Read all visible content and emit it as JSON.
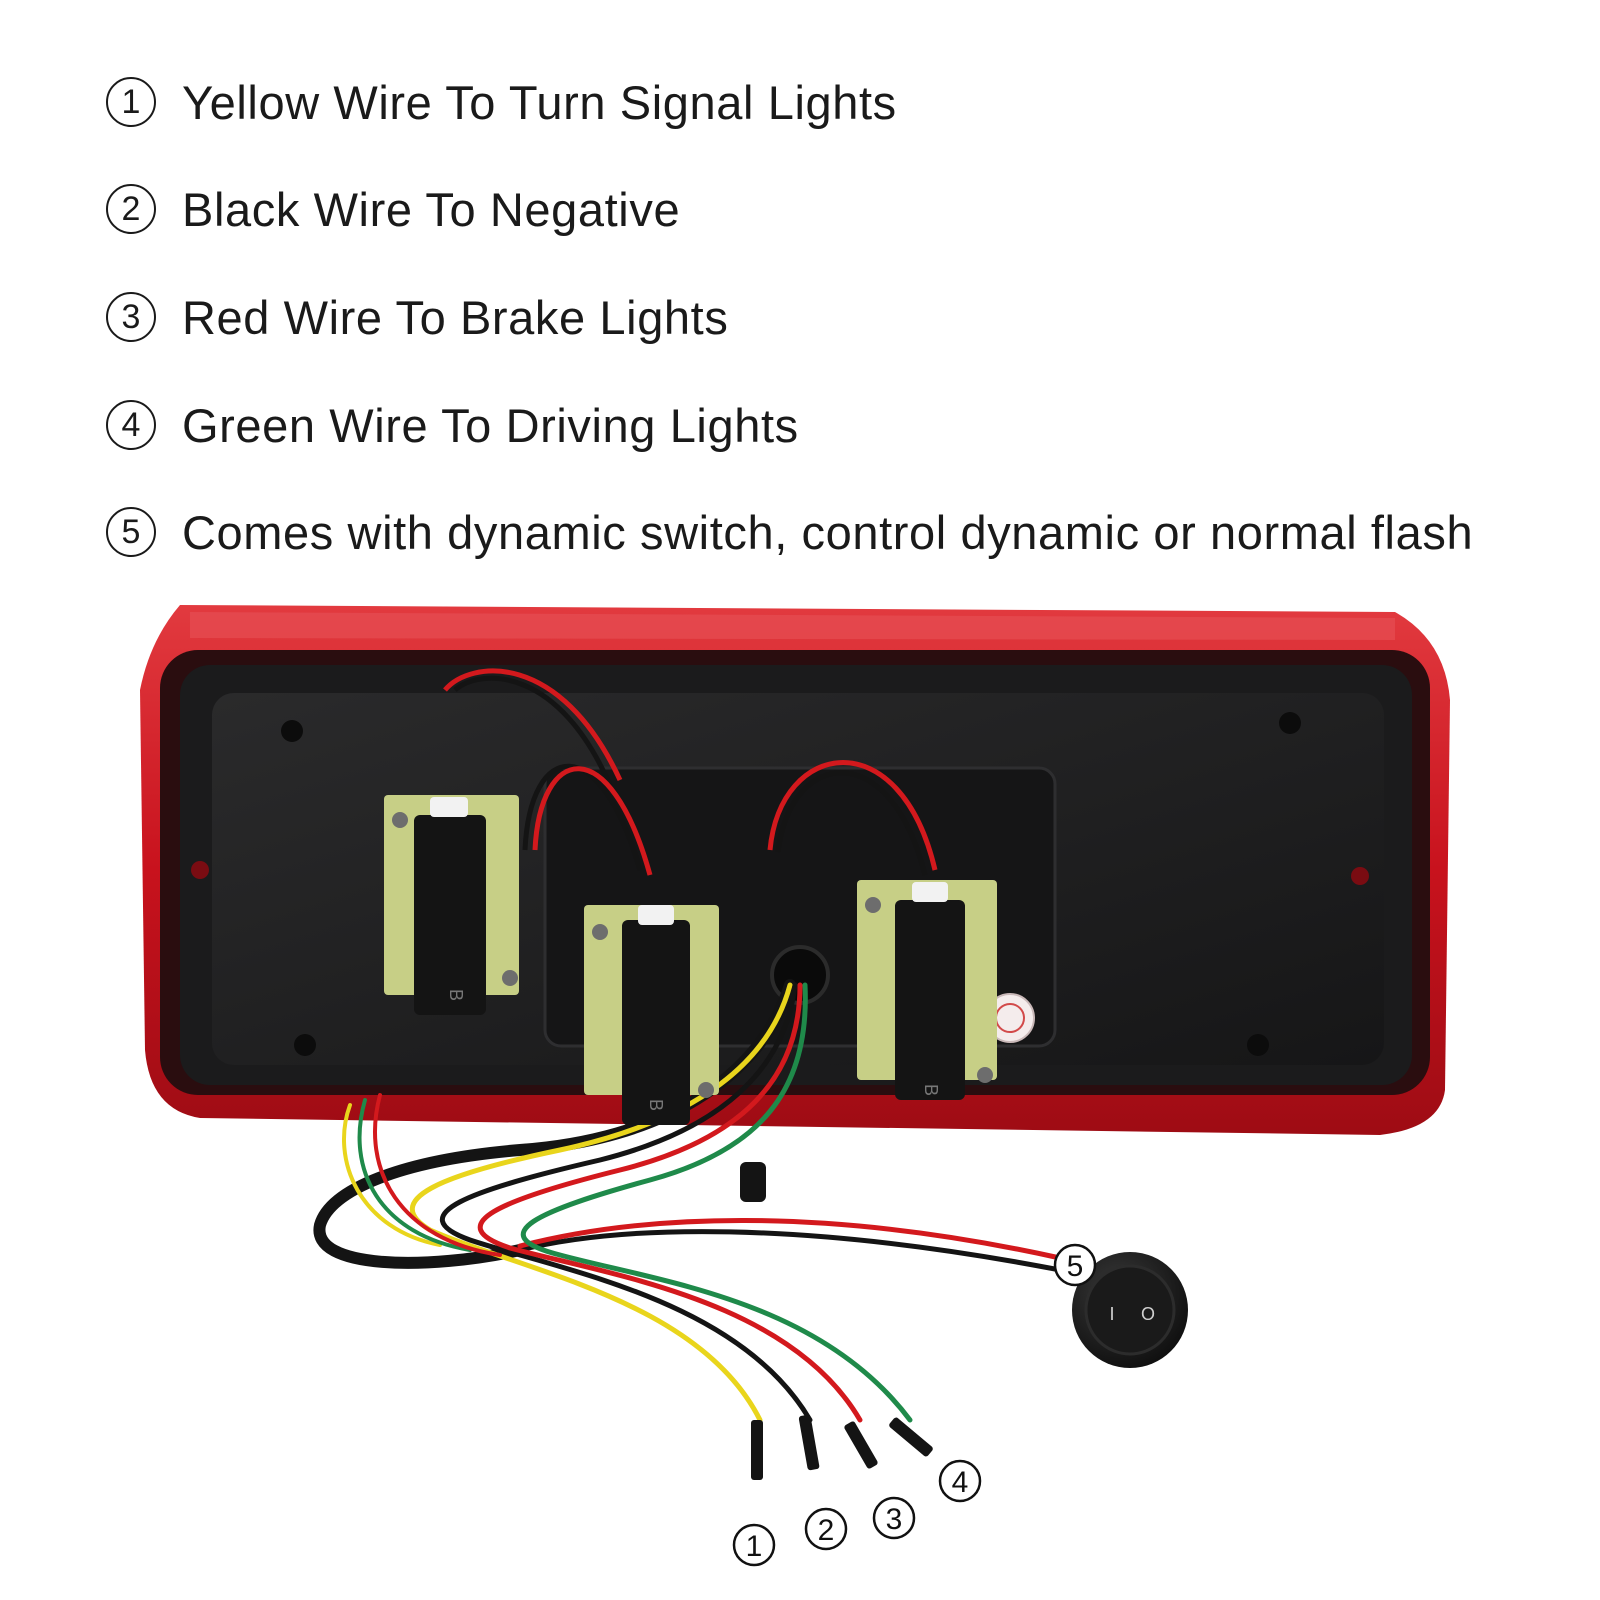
{
  "legend": [
    {
      "num": "1",
      "text": "Yellow Wire To Turn Signal Lights"
    },
    {
      "num": "2",
      "text": "Black Wire To Negative"
    },
    {
      "num": "3",
      "text": "Red Wire To Brake Lights"
    },
    {
      "num": "4",
      "text": "Green Wire To Driving Lights"
    },
    {
      "num": "5",
      "text": "Comes with dynamic switch, control dynamic or normal flash"
    }
  ],
  "photo": {
    "module_marks": [
      "B",
      "B",
      "B"
    ],
    "switch_symbols": {
      "on": "I",
      "off": "O"
    },
    "callouts": [
      "1",
      "2",
      "3",
      "4",
      "5"
    ],
    "colors": {
      "housing_red": "#c8121d",
      "panel_black": "#1e1e1f",
      "board_green": "#c7cf86",
      "wire_yellow": "#e9d51c",
      "wire_red": "#d3191d",
      "wire_green": "#1f8a4a",
      "wire_black": "#141414"
    }
  }
}
